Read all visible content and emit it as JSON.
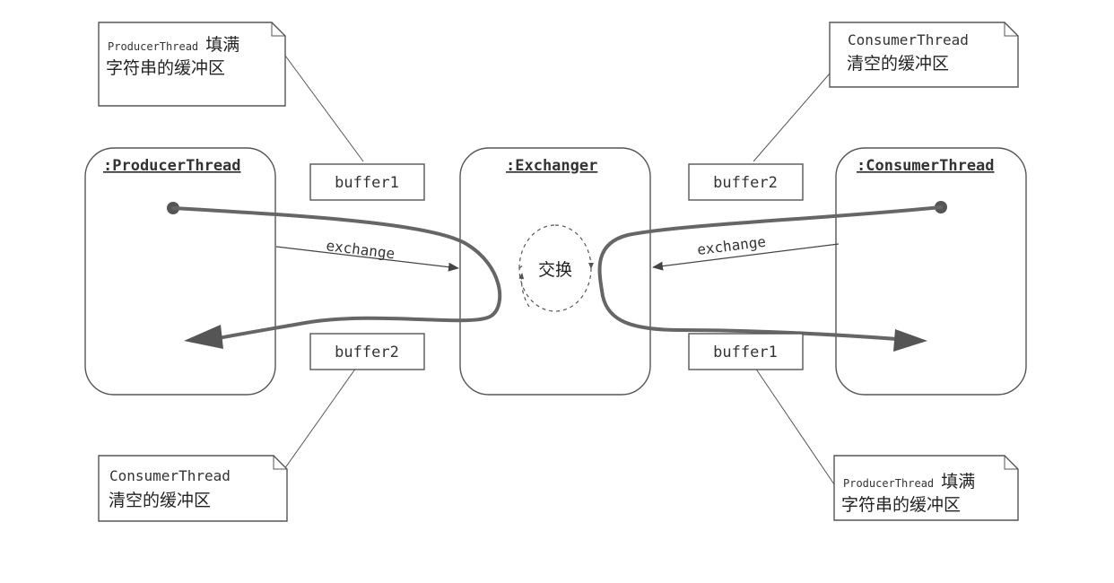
{
  "objects": {
    "producer": ":ProducerThread",
    "exchanger": ":Exchanger",
    "consumer": ":ConsumerThread"
  },
  "buffers": {
    "top_left": "buffer1",
    "bottom_left": "buffer2",
    "top_right": "buffer2",
    "bottom_right": "buffer1"
  },
  "messages": {
    "left": "exchange",
    "right": "exchange"
  },
  "exchange_label": "交换",
  "notes": {
    "top_left": {
      "line1_mono": "ProducerThread",
      "line1_cjk": "填满",
      "line2": "字符串的缓冲区"
    },
    "top_right": {
      "line1_mono": "ConsumerThread",
      "line2": "清空的缓冲区"
    },
    "bottom_left": {
      "line1_mono": "ConsumerThread",
      "line2": "清空的缓冲区"
    },
    "bottom_right": {
      "line1_mono": "ProducerThread",
      "line1_cjk": "填满",
      "line2": "字符串的缓冲区"
    }
  }
}
